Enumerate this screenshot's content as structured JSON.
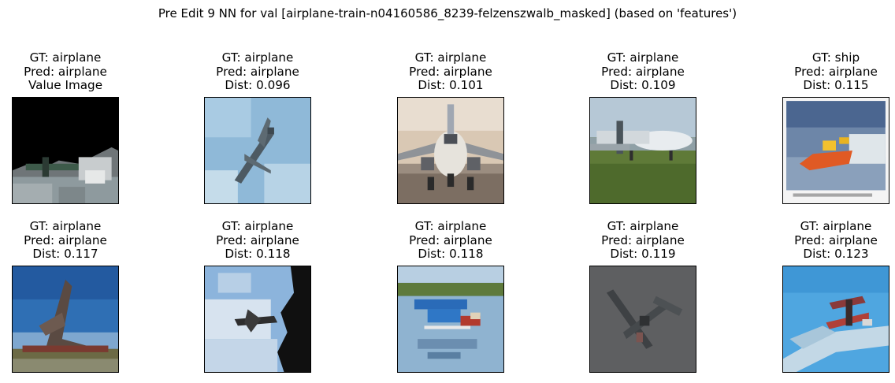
{
  "suptitle": "Pre Edit 9 NN for val [airplane-train-n04160586_8239-felzenszwalb_masked] (based on 'features')",
  "panels": [
    {
      "gt": "GT: airplane",
      "pred": "Pred: airplane",
      "extra": "Value Image",
      "image": "masked-airplane-value-image"
    },
    {
      "gt": "GT: airplane",
      "pred": "Pred: airplane",
      "extra": "Dist: 0.096",
      "image": "airplane-in-blue-sky"
    },
    {
      "gt": "GT: airplane",
      "pred": "Pred: airplane",
      "extra": "Dist: 0.101",
      "image": "airliner-front-on-runway"
    },
    {
      "gt": "GT: airplane",
      "pred": "Pred: airplane",
      "extra": "Dist: 0.109",
      "image": "propeller-planes-on-grass"
    },
    {
      "gt": "GT: ship",
      "pred": "Pred: airplane",
      "extra": "Dist: 0.115",
      "image": "speedboat-on-water"
    },
    {
      "gt": "GT: airplane",
      "pred": "Pred: airplane",
      "extra": "Dist: 0.117",
      "image": "jet-monument-blue-sky"
    },
    {
      "gt": "GT: airplane",
      "pred": "Pred: airplane",
      "extra": "Dist: 0.118",
      "image": "plane-in-cloudy-sky"
    },
    {
      "gt": "GT: airplane",
      "pred": "Pred: airplane",
      "extra": "Dist: 0.118",
      "image": "seaplane-on-lake"
    },
    {
      "gt": "GT: airplane",
      "pred": "Pred: airplane",
      "extra": "Dist: 0.119",
      "image": "plane-on-grey-background"
    },
    {
      "gt": "GT: airplane",
      "pred": "Pred: airplane",
      "extra": "Dist: 0.123",
      "image": "aerobatic-plane-with-smoke"
    }
  ]
}
